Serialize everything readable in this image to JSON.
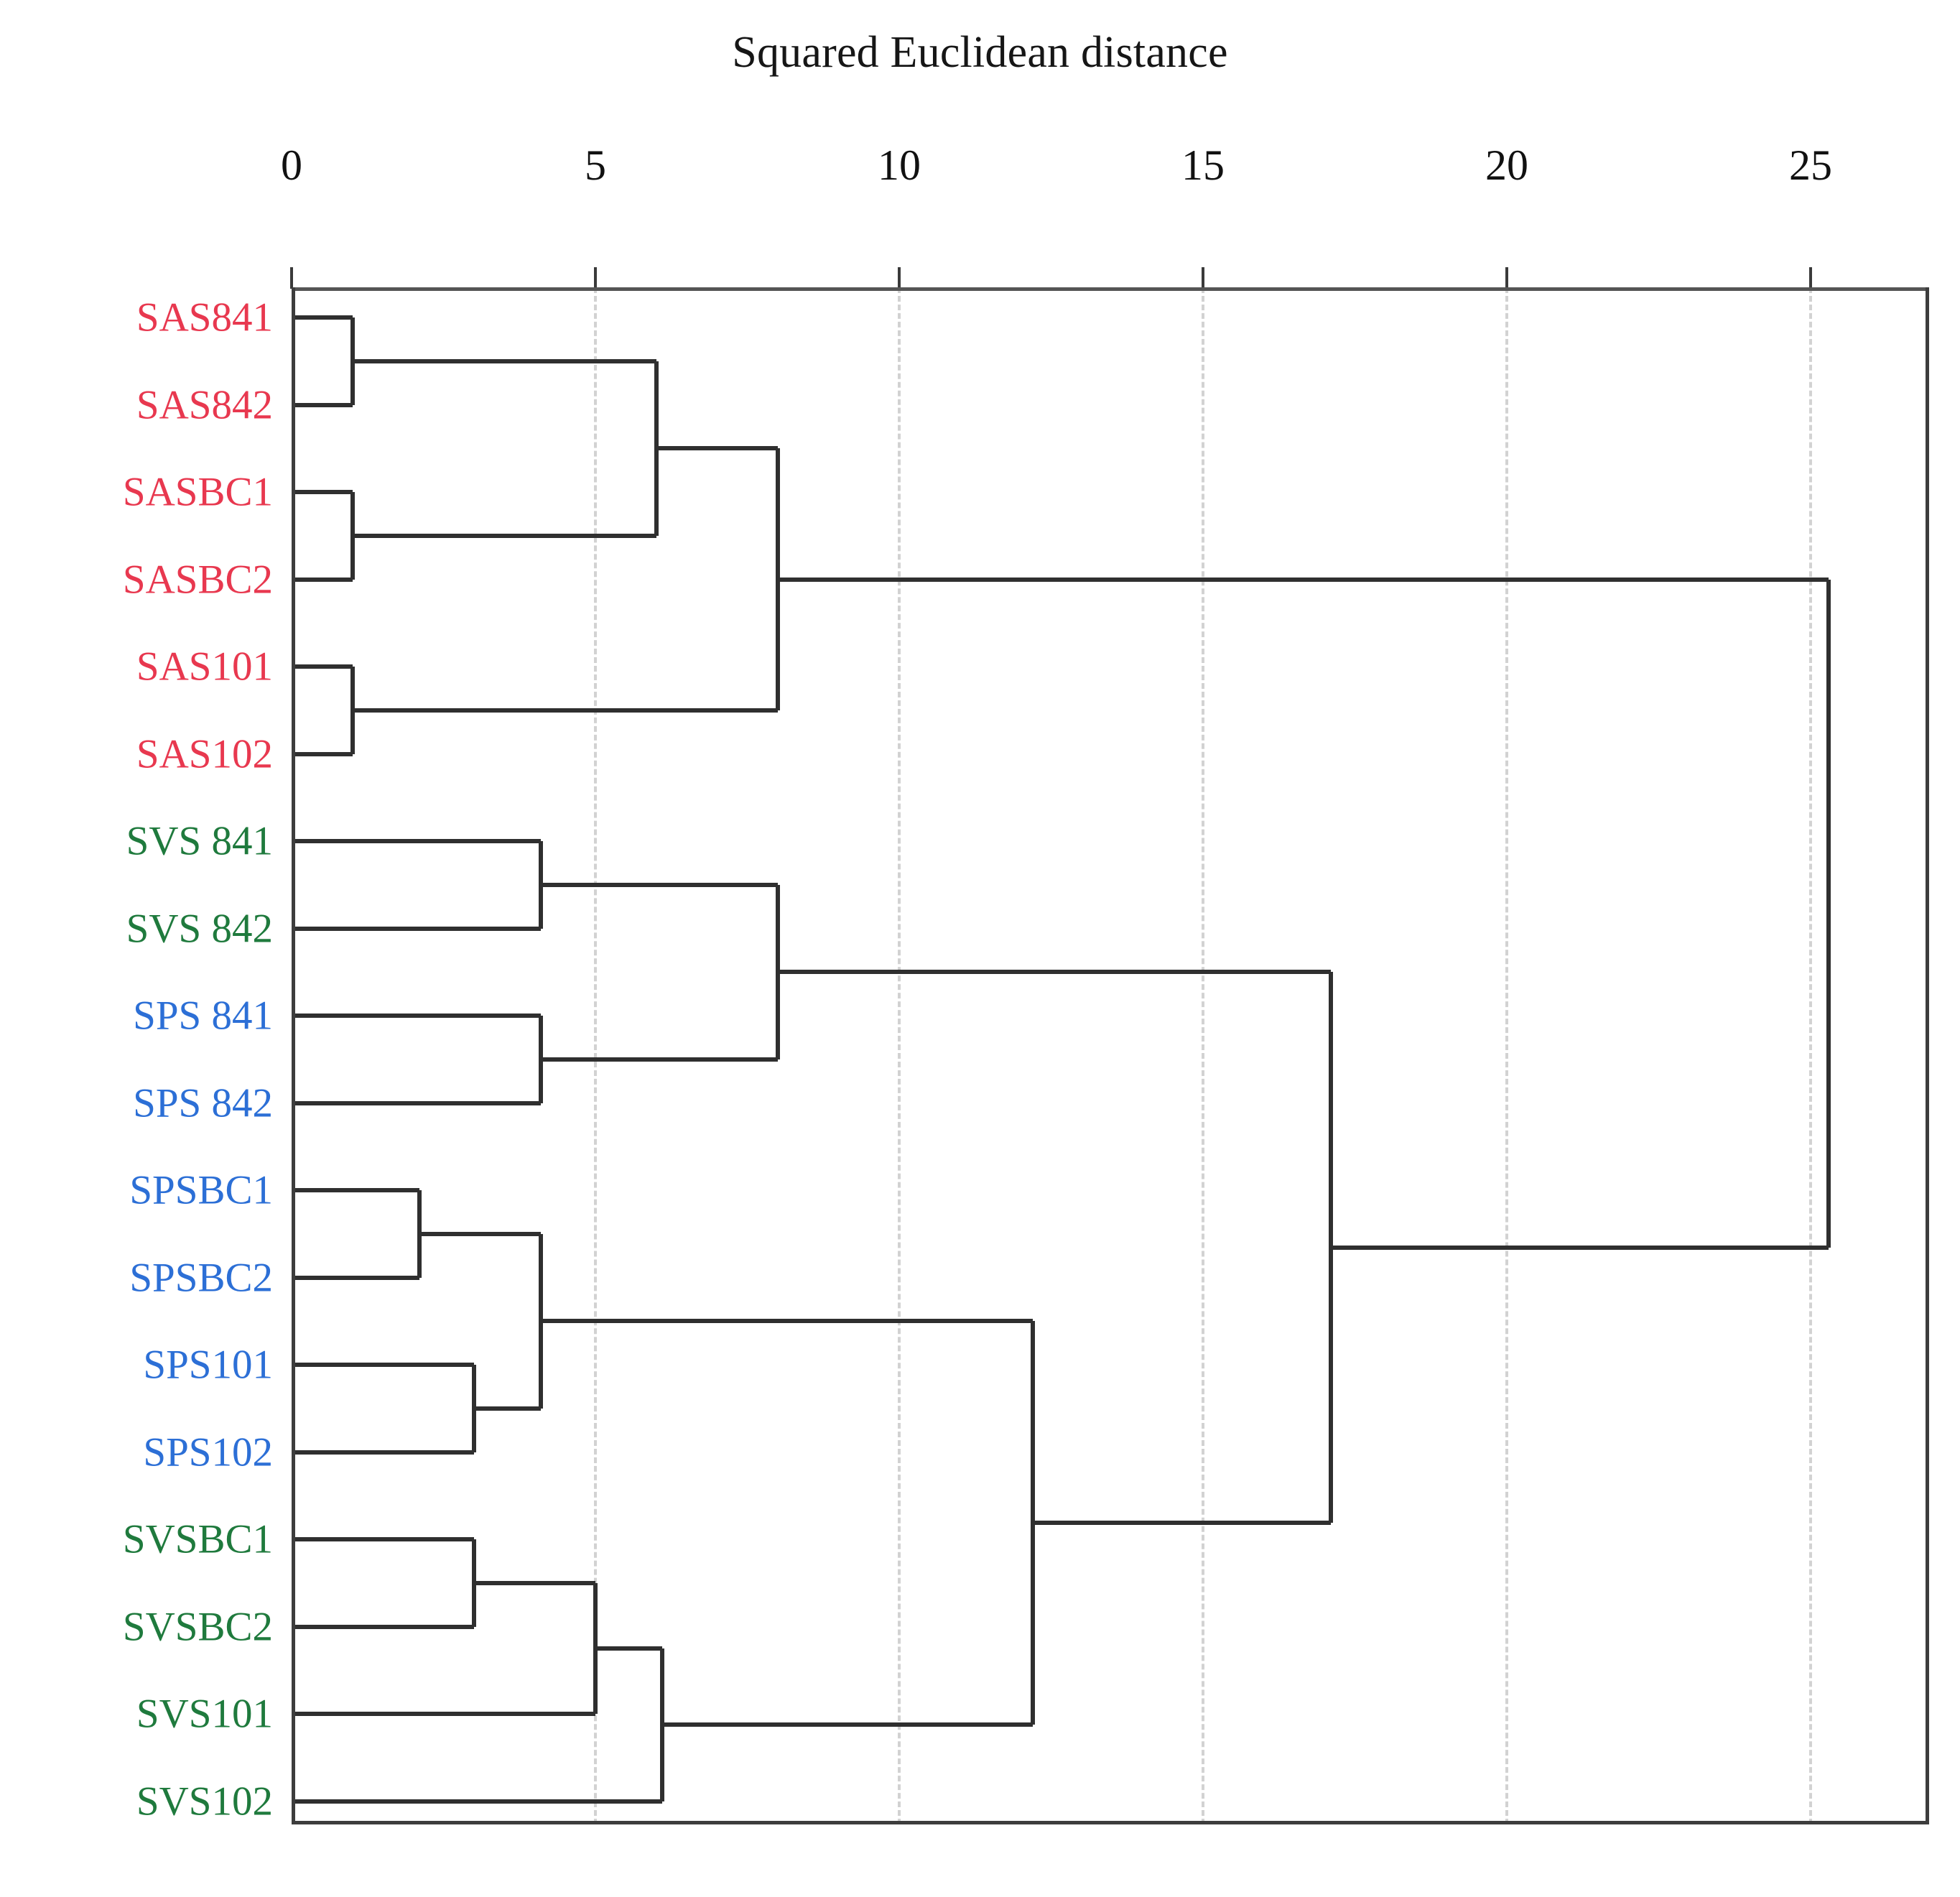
{
  "chart_data": {
    "type": "dendrogram",
    "title": "Squared Euclidean distance",
    "xlabel": "Squared Euclidean distance",
    "ylabel": "",
    "xlim": [
      0,
      27
    ],
    "xticks": [
      0,
      5,
      10,
      15,
      20,
      25
    ],
    "xticklabels": [
      "0",
      "5",
      "10",
      "15",
      "20",
      "25"
    ],
    "grid": "vertical-dashed",
    "legend": "none",
    "orientation": "horizontal-left-to-right",
    "leaves": [
      {
        "label": "SAS841",
        "color": "#e8384f",
        "group": "SAS"
      },
      {
        "label": "SAS842",
        "color": "#e8384f",
        "group": "SAS"
      },
      {
        "label": "SASBC1",
        "color": "#e8384f",
        "group": "SAS"
      },
      {
        "label": "SASBC2",
        "color": "#e8384f",
        "group": "SAS"
      },
      {
        "label": "SAS101",
        "color": "#e8384f",
        "group": "SAS"
      },
      {
        "label": "SAS102",
        "color": "#e8384f",
        "group": "SAS"
      },
      {
        "label": "SVS 841",
        "color": "#1f7a3d",
        "group": "SVS"
      },
      {
        "label": "SVS 842",
        "color": "#1f7a3d",
        "group": "SVS"
      },
      {
        "label": "SPS 841",
        "color": "#2c6fd6",
        "group": "SPS"
      },
      {
        "label": "SPS 842",
        "color": "#2c6fd6",
        "group": "SPS"
      },
      {
        "label": "SPSBC1",
        "color": "#2c6fd6",
        "group": "SPS"
      },
      {
        "label": "SPSBC2",
        "color": "#2c6fd6",
        "group": "SPS"
      },
      {
        "label": "SPS101",
        "color": "#2c6fd6",
        "group": "SPS"
      },
      {
        "label": "SPS102",
        "color": "#2c6fd6",
        "group": "SPS"
      },
      {
        "label": "SVSBC1",
        "color": "#1f7a3d",
        "group": "SVS"
      },
      {
        "label": "SVSBC2",
        "color": "#1f7a3d",
        "group": "SVS"
      },
      {
        "label": "SVS101",
        "color": "#1f7a3d",
        "group": "SVS"
      },
      {
        "label": "SVS102",
        "color": "#1f7a3d",
        "group": "SVS"
      }
    ],
    "merges": [
      {
        "id": "m1",
        "children": [
          "SAS841",
          "SAS842"
        ],
        "distance": 1.0
      },
      {
        "id": "m2",
        "children": [
          "SASBC1",
          "SASBC2"
        ],
        "distance": 1.0
      },
      {
        "id": "m3",
        "children": [
          "SAS101",
          "SAS102"
        ],
        "distance": 1.0
      },
      {
        "id": "m4",
        "children": [
          "m1",
          "m2"
        ],
        "distance": 6.0
      },
      {
        "id": "m5",
        "children": [
          "m4",
          "m3"
        ],
        "distance": 8.0
      },
      {
        "id": "m6",
        "children": [
          "SVS 841",
          "SVS 842"
        ],
        "distance": 4.1
      },
      {
        "id": "m7",
        "children": [
          "SPS 841",
          "SPS 842"
        ],
        "distance": 4.1
      },
      {
        "id": "m8",
        "children": [
          "m6",
          "m7"
        ],
        "distance": 8.0
      },
      {
        "id": "m9",
        "children": [
          "SPSBC1",
          "SPSBC2"
        ],
        "distance": 2.1
      },
      {
        "id": "m10",
        "children": [
          "SPS101",
          "SPS102"
        ],
        "distance": 3.0
      },
      {
        "id": "m11",
        "children": [
          "m9",
          "m10"
        ],
        "distance": 4.1
      },
      {
        "id": "m12",
        "children": [
          "SVSBC1",
          "SVSBC2"
        ],
        "distance": 3.0
      },
      {
        "id": "m13",
        "children": [
          "m12",
          "SVS101"
        ],
        "distance": 5.0
      },
      {
        "id": "m14",
        "children": [
          "m13",
          "SVS102"
        ],
        "distance": 6.1
      },
      {
        "id": "m15",
        "children": [
          "m11",
          "m14"
        ],
        "distance": 12.2
      },
      {
        "id": "m16",
        "children": [
          "m8",
          "m15"
        ],
        "distance": 17.1
      },
      {
        "id": "m17",
        "children": [
          "m5",
          "m16"
        ],
        "distance": 25.3
      }
    ]
  },
  "axis": {
    "title": "Squared Euclidean distance",
    "ticks": [
      "0",
      "5",
      "10",
      "15",
      "20",
      "25"
    ]
  },
  "labels": {
    "l0": "SAS841",
    "l1": "SAS842",
    "l2": "SASBC1",
    "l3": "SASBC2",
    "l4": "SAS101",
    "l5": "SAS102",
    "l6": "SVS 841",
    "l7": "SVS 842",
    "l8": "SPS 841",
    "l9": "SPS 842",
    "l10": "SPSBC1",
    "l11": "SPSBC2",
    "l12": "SPS101",
    "l13": "SPS102",
    "l14": "SVSBC1",
    "l15": "SVSBC2",
    "l16": "SVS101",
    "l17": "SVS102"
  },
  "colors": {
    "sas_red": "#e8384f",
    "svs_green": "#1f7a3d",
    "sps_blue": "#2c6fd6",
    "link_line": "#2f2f2f",
    "gridline": "#d2d2d2",
    "axis": "#3d3d3d"
  }
}
